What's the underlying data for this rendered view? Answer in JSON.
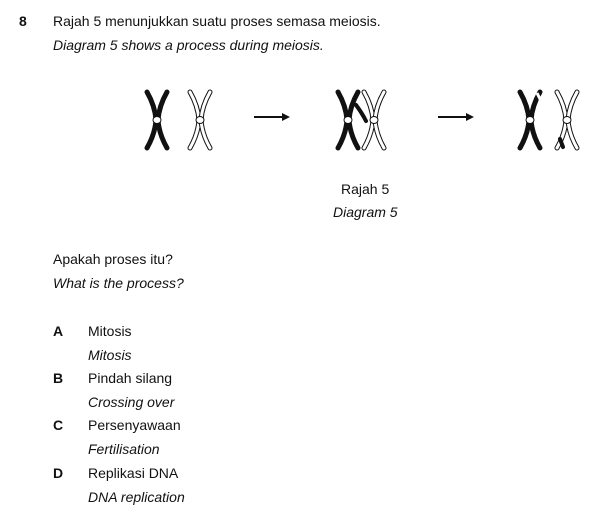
{
  "question": {
    "number": "8",
    "stem_ms": "Rajah 5 menunjukkan suatu proses semasa meiosis.",
    "stem_en_prefix": "Diagram 5",
    "stem_en_suffix": " shows a process during meiosis."
  },
  "figure": {
    "caption_ms": "Rajah 5",
    "caption_en": "Diagram 5"
  },
  "prompt": {
    "ms": "Apakah proses itu?",
    "en": "What is the process?"
  },
  "options": [
    {
      "letter": "A",
      "ms": "Mitosis",
      "en": "Mitosis"
    },
    {
      "letter": "B",
      "ms": "Pindah silang",
      "en": "Crossing over"
    },
    {
      "letter": "C",
      "ms": "Persenyawaan",
      "en": "Fertilisation"
    },
    {
      "letter": "D",
      "ms": "Replikasi DNA",
      "en": "DNA replication"
    }
  ]
}
